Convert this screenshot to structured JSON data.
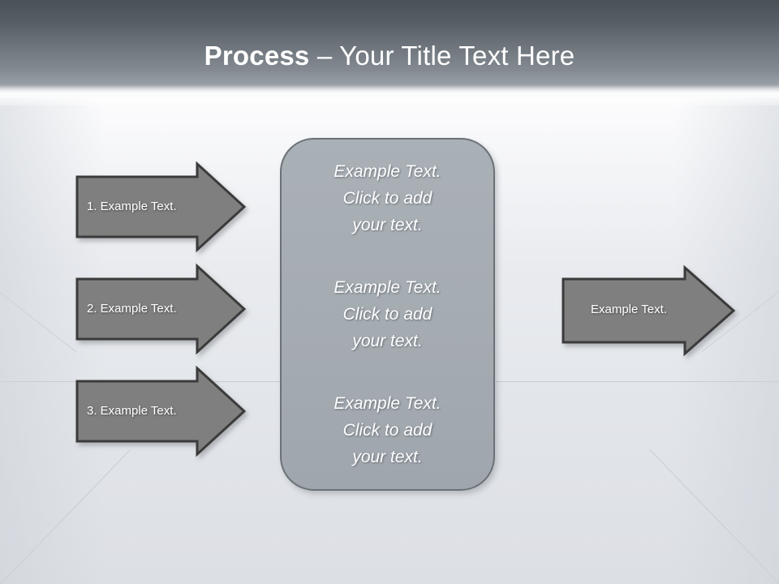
{
  "slide": {
    "title": {
      "strong": "Process",
      "rest": " – Your Title Text Here"
    }
  },
  "input_arrows": [
    {
      "label": "1. Example Text."
    },
    {
      "label": "2. Example Text."
    },
    {
      "label": "3. Example Text."
    }
  ],
  "center_box": {
    "paragraphs": [
      "Example Text.\nClick  to add\nyour text.",
      "Example Text.\nClick  to add\nyour text.",
      "Example Text.\nClick  to add\nyour text."
    ]
  },
  "output_arrow": {
    "label": "Example Text."
  },
  "colors": {
    "header_top": "#4a5157",
    "header_bottom": "#9aa0a7",
    "title_text": "#ffffff",
    "arrow_fill": "#7f7f7f",
    "arrow_border": "#3b3b3b",
    "box_fill": "#a5abb1",
    "box_border": "#6b7277",
    "background": "#e7e9ec"
  }
}
